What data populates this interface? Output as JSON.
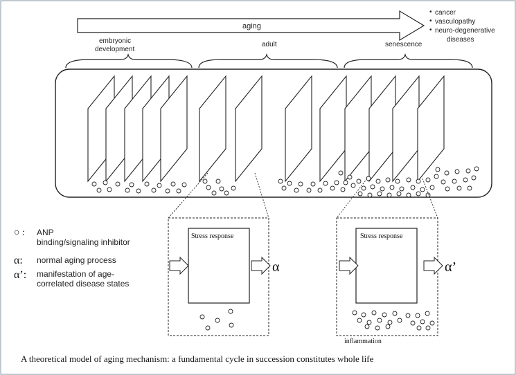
{
  "aging_label": "aging",
  "outcomes": [
    "cancer",
    "vasculopathy",
    "neuro-degenerative",
    "diseases"
  ],
  "stages": {
    "embryonic": [
      "embryonic",
      "development"
    ],
    "adult": "adult",
    "senescence": "senescence"
  },
  "legend": {
    "anp_symbol": "○ :",
    "anp_text": [
      "ANP",
      "binding/signaling inhibitor"
    ],
    "alpha_symbol": "α:",
    "alpha_text": "normal aging process",
    "alpha_prime_symbol": "α’:",
    "alpha_prime_text": [
      "manifestation of age-",
      "correlated disease states"
    ]
  },
  "panels": {
    "left": {
      "box_label": "Stress response",
      "output": "α"
    },
    "right": {
      "box_label": "Stress response",
      "output": "α’",
      "footer": "inflammation"
    }
  },
  "caption": "A theoretical model of aging mechanism: a fundamental cycle in succession constitutes whole life"
}
